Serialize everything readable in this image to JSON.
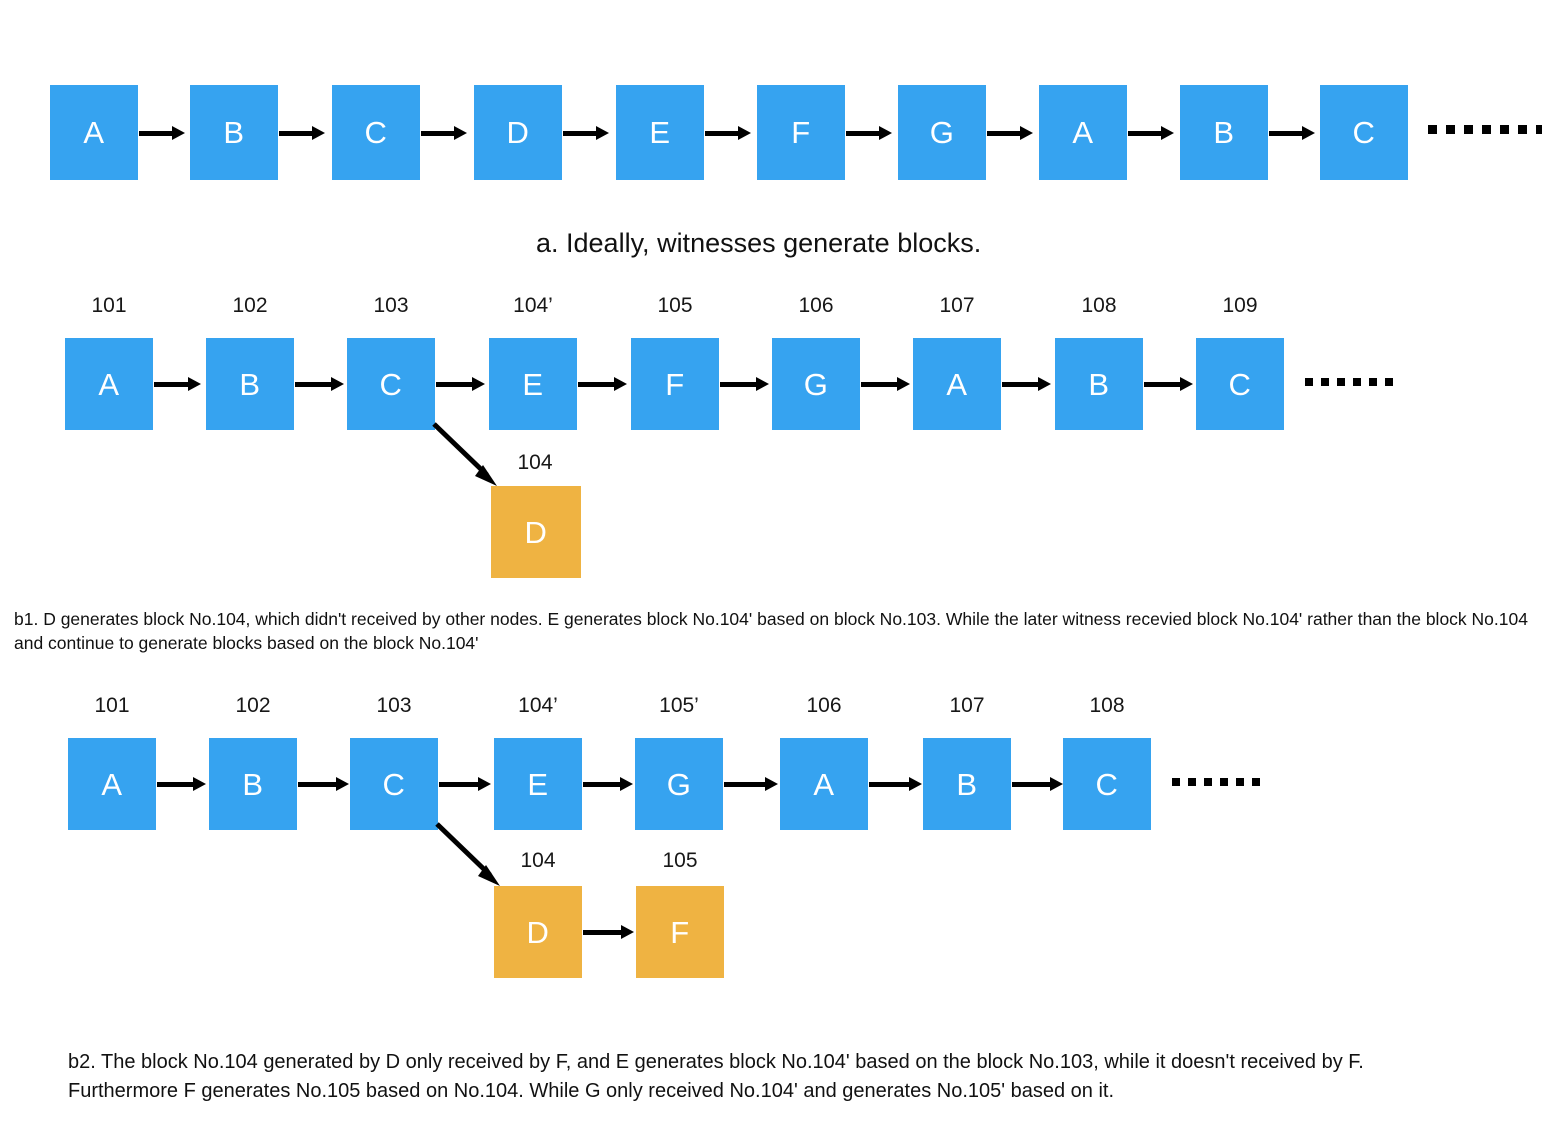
{
  "colors": {
    "block_blue": "#36a3f0",
    "block_orange": "#efb342",
    "arrow": "#000000",
    "text": "#111111",
    "background": "#ffffff"
  },
  "diagram": {
    "title_a": "a. Ideally, witnesses generate blocks.",
    "rows": [
      {
        "id": "row-a",
        "has_index_labels": false,
        "blocks": [
          {
            "label": "A",
            "color": "blue"
          },
          {
            "label": "B",
            "color": "blue"
          },
          {
            "label": "C",
            "color": "blue"
          },
          {
            "label": "D",
            "color": "blue"
          },
          {
            "label": "E",
            "color": "blue"
          },
          {
            "label": "F",
            "color": "blue"
          },
          {
            "label": "G",
            "color": "blue"
          },
          {
            "label": "A",
            "color": "blue"
          },
          {
            "label": "B",
            "color": "blue"
          },
          {
            "label": "C",
            "color": "blue"
          }
        ],
        "trailing_ellipsis": "▪ ▪ ▪ ▪ ▪ ▪ ▪"
      },
      {
        "id": "row-b1-main",
        "has_index_labels": true,
        "blocks": [
          {
            "index": "101",
            "label": "A",
            "color": "blue"
          },
          {
            "index": "102",
            "label": "B",
            "color": "blue"
          },
          {
            "index": "103",
            "label": "C",
            "color": "blue"
          },
          {
            "index": "104’",
            "label": "E",
            "color": "blue"
          },
          {
            "index": "105",
            "label": "F",
            "color": "blue"
          },
          {
            "index": "106",
            "label": "G",
            "color": "blue"
          },
          {
            "index": "107",
            "label": "A",
            "color": "blue"
          },
          {
            "index": "108",
            "label": "B",
            "color": "blue"
          },
          {
            "index": "109",
            "label": "C",
            "color": "blue"
          }
        ],
        "trailing_ellipsis": "▪ ▪ ▪ ▪ ▪ ▪"
      },
      {
        "id": "row-b1-fork",
        "has_index_labels": true,
        "blocks": [
          {
            "index": "104",
            "label": "D",
            "color": "orange"
          }
        ]
      },
      {
        "id": "row-b2-main",
        "has_index_labels": true,
        "blocks": [
          {
            "index": "101",
            "label": "A",
            "color": "blue"
          },
          {
            "index": "102",
            "label": "B",
            "color": "blue"
          },
          {
            "index": "103",
            "label": "C",
            "color": "blue"
          },
          {
            "index": "104’",
            "label": "E",
            "color": "blue"
          },
          {
            "index": "105’",
            "label": "G",
            "color": "blue"
          },
          {
            "index": "106",
            "label": "A",
            "color": "blue"
          },
          {
            "index": "107",
            "label": "B",
            "color": "blue"
          },
          {
            "index": "108",
            "label": "C",
            "color": "blue"
          }
        ],
        "trailing_ellipsis": "▪ ▪ ▪ ▪ ▪ ▪"
      },
      {
        "id": "row-b2-fork",
        "has_index_labels": true,
        "blocks": [
          {
            "index": "104",
            "label": "D",
            "color": "orange"
          },
          {
            "index": "105",
            "label": "F",
            "color": "orange"
          }
        ]
      }
    ],
    "caption_b1_line1": "b1. D generates block No.104, which didn't received by other nodes. E generates block No.104' based on block No.103. While the later witness recevied block No.104' rather than the block No.104",
    "caption_b1_line2": "and continue to generate blocks based on the block No.104'",
    "caption_b2_line1": "b2. The block No.104 generated by D only received by F, and E generates block  No.104' based on the block No.103, while it doesn't received by F.",
    "caption_b2_line2": "Furthermore F generates No.105 based on No.104. While G only received No.104' and generates No.105' based on it."
  }
}
